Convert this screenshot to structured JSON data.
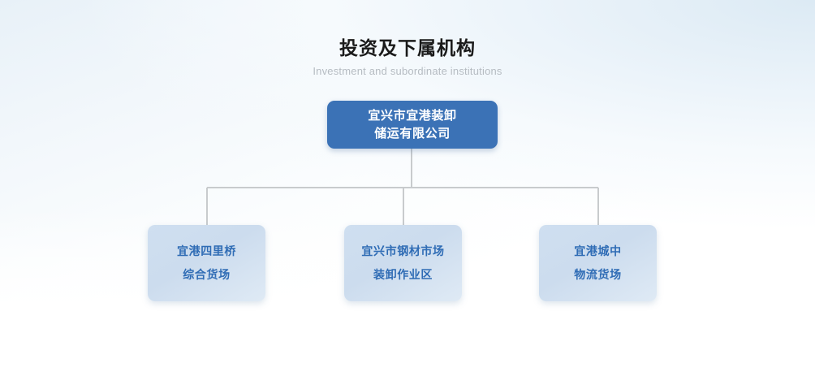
{
  "heading": {
    "title": "投资及下属机构",
    "subtitle": "Investment and subordinate institutions"
  },
  "colors": {
    "root_fill": "#3b72b6",
    "root_text": "#ffffff",
    "child_fill": "#ccdcee",
    "child_text": "#2f6cb5",
    "connector": "#c8cbcd",
    "title_text": "#1a1a1a",
    "subtitle_text": "#b6bcc2",
    "background_tint": "#e8f1f8"
  },
  "org_chart": {
    "root": {
      "lines": [
        "宜兴市宜港装卸",
        "储运有限公司"
      ]
    },
    "children": [
      {
        "lines": [
          "宜港四里桥",
          "综合货场"
        ]
      },
      {
        "lines": [
          "宜兴市钢材市场",
          "装卸作业区"
        ]
      },
      {
        "lines": [
          "宜港城中",
          "物流货场"
        ]
      }
    ]
  }
}
